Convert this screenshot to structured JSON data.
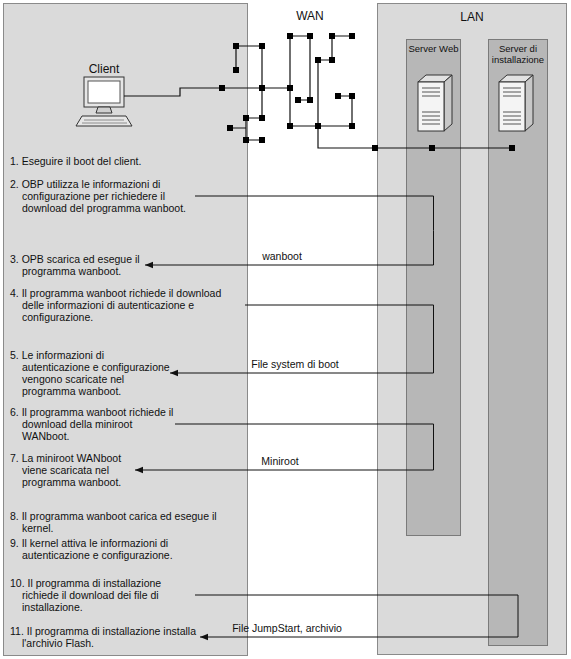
{
  "diagram": {
    "nodes": [
      {
        "text": [
          "1. Eseguire il boot del client."
        ]
      },
      {
        "text": [
          "2. OBP utilizza le informazioni di configurazione per richiedere il download del programma wanboot."
        ]
      },
      {
        "text": [
          "3. OPB scarica ed esegue il programma wanboot."
        ]
      },
      {
        "text": [
          "4. Il programma wanboot richiede il download delle informazioni di autenticazione e configurazione."
        ]
      },
      {
        "text": [
          "5. Le informazioni di autenticazione e configurazione vengono scaricate nel programma wanboot."
        ]
      },
      {
        "text": [
          "6. Il programma wanboot richiede il download della miniroot WANboot."
        ]
      },
      {
        "text": [
          "7. La miniroot WANboot viene scaricata nel programma wanboot."
        ]
      },
      {
        "text": [
          "8. Il programma wanboot carica ed esegue il kernel."
        ]
      },
      {
        "text": [
          "9. Il kernel attiva le informazioni di autenticazione e configurazione."
        ]
      },
      {
        "text": [
          "10. Il programma di installazione richiede il download dei file di installazione."
        ]
      },
      {
        "text": [
          "11. Il programma di installazione installa l'archivio Flash."
        ]
      },
      {
        "text": [
          "LAN"
        ]
      },
      {
        "text": [
          "Server Web"
        ],
        "in": 11
      },
      {
        "text": [
          "Server di installazione"
        ],
        "in": 11
      }
    ],
    "edges": [
      {
        "from": 1,
        "to": 12,
        "arrow": "none"
      },
      {
        "from": 12,
        "to": 2,
        "label": "wanboot",
        "arrow": "to"
      },
      {
        "from": 3,
        "to": 12,
        "arrow": "none"
      },
      {
        "from": 12,
        "to": 4,
        "label": "File system di boot",
        "arrow": "to"
      },
      {
        "from": 5,
        "to": 12,
        "arrow": "none"
      },
      {
        "from": 12,
        "to": 6,
        "label": "Miniroot",
        "arrow": "to"
      },
      {
        "from": 9,
        "to": 13,
        "arrow": "none"
      },
      {
        "from": 13,
        "to": 10,
        "label": "File JumpStart, archivio",
        "arrow": "to"
      }
    ],
    "labels": [
      "WAN",
      "Client"
    ]
  }
}
